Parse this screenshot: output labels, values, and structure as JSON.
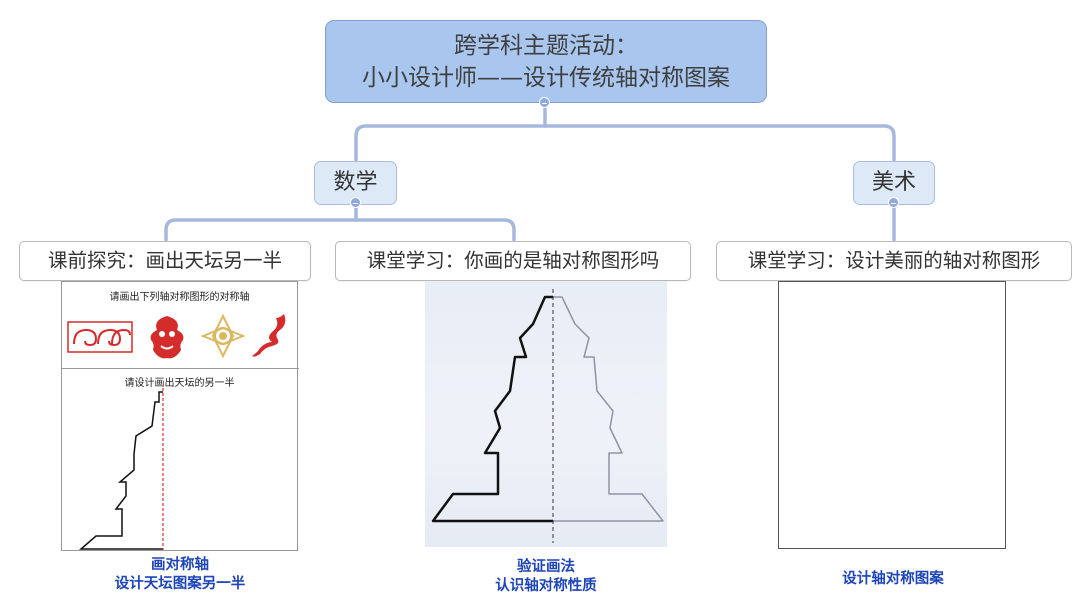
{
  "mindmap": {
    "root": {
      "line1": "跨学科主题活动：",
      "line2": "小小设计师——设计传统轴对称图案"
    },
    "branches": {
      "math": {
        "label": "数学",
        "task1": {
          "label": "课前探究：画出天坛另一半",
          "worksheet": {
            "heading1": "请画出下列轴对称图形的对称轴",
            "heading2": "请设计画出天坛的另一半"
          },
          "caption_line1": "画对称轴",
          "caption_line2": "设计天坛图案另一半"
        },
        "task2": {
          "label": "课堂学习：你画的是轴对称图形吗",
          "caption_line1": "验证画法",
          "caption_line2": "认识轴对称性质"
        }
      },
      "art": {
        "label": "美术",
        "task1": {
          "label": "课堂学习：设计美丽的轴对称图形",
          "caption_line1": "设计轴对称图案"
        }
      }
    },
    "colors": {
      "connector": "#a7b8de",
      "root_fill": "#a9c6ef",
      "subject_fill": "#dde9f7",
      "caption_blue": "#1e45b8",
      "ornament_red": "#d42b2b",
      "ornament_gold": "#d9b860",
      "axis_red": "#e03030"
    }
  }
}
